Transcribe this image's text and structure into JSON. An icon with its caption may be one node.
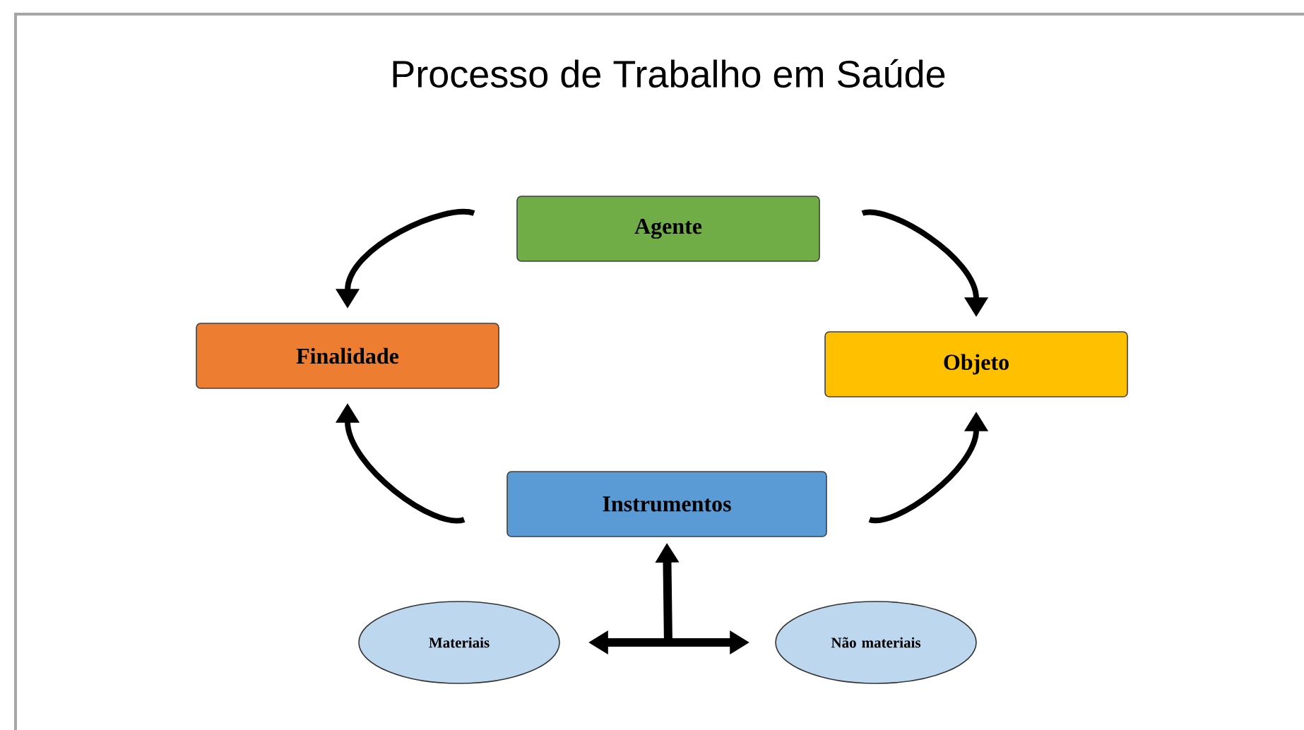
{
  "diagram": {
    "title": "Processo de Trabalho em Saúde",
    "nodes": [
      {
        "text": [
          "Agente"
        ]
      },
      {
        "text": [
          "Objeto"
        ]
      },
      {
        "text": [
          "Instrumentos"
        ]
      },
      {
        "text": [
          "Finalidade"
        ]
      },
      {
        "text": [
          "Materiais"
        ]
      },
      {
        "text": [
          "Não materiais"
        ]
      }
    ],
    "edges": [
      {
        "from": 0,
        "to": 1,
        "arrow": "to"
      },
      {
        "from": 2,
        "to": 1,
        "arrow": "to"
      },
      {
        "from": 2,
        "to": 3,
        "arrow": "to"
      },
      {
        "from": 0,
        "to": 3,
        "arrow": "to"
      },
      {
        "from": 4,
        "to": 5,
        "arrow": "both"
      },
      {
        "from": null,
        "to": 2,
        "arrow": "to"
      }
    ]
  }
}
